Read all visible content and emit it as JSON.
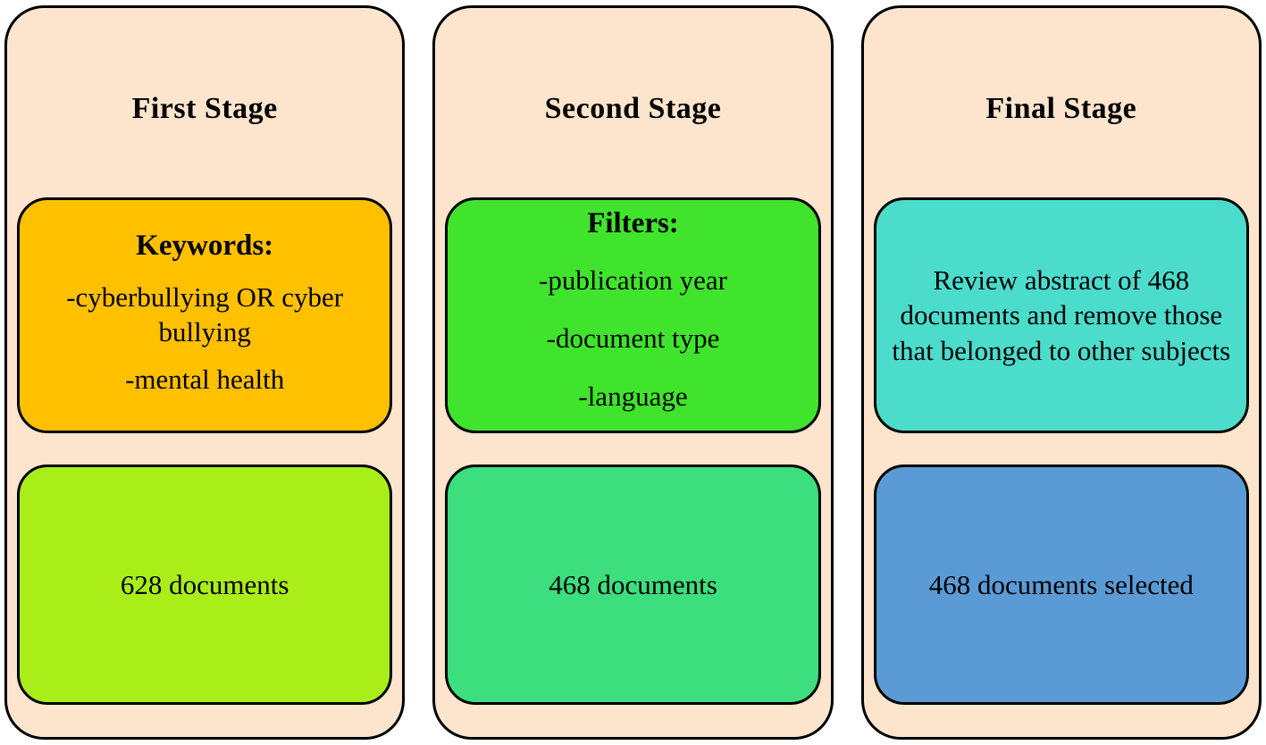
{
  "figure": {
    "background": "#FFFFFF",
    "panel_bg": "#FCE5CC",
    "border_color": "#000000",
    "stages": [
      {
        "title": "First Stage",
        "top_box": {
          "bg": "#FFC000",
          "heading": "Keywords:",
          "lines": [
            "-cyberbullying OR cyber bullying",
            "-mental health"
          ]
        },
        "bottom_box": {
          "bg": "#A9EE19",
          "text": "628 documents"
        }
      },
      {
        "title": "Second Stage",
        "top_box": {
          "bg": "#40E42C",
          "heading": "Filters:",
          "lines": [
            "-publication year",
            "-document type",
            "-language"
          ]
        },
        "bottom_box": {
          "bg": "#3CDE7D",
          "text": "468 documents"
        }
      },
      {
        "title": "Final Stage",
        "top_box": {
          "bg": "#4BDCCC",
          "heading": "",
          "lines": [
            "Review abstract of 468 documents and remove those that belonged to other subjects"
          ]
        },
        "bottom_box": {
          "bg": "#5B9BD5",
          "text": "468 documents selected"
        }
      }
    ]
  }
}
